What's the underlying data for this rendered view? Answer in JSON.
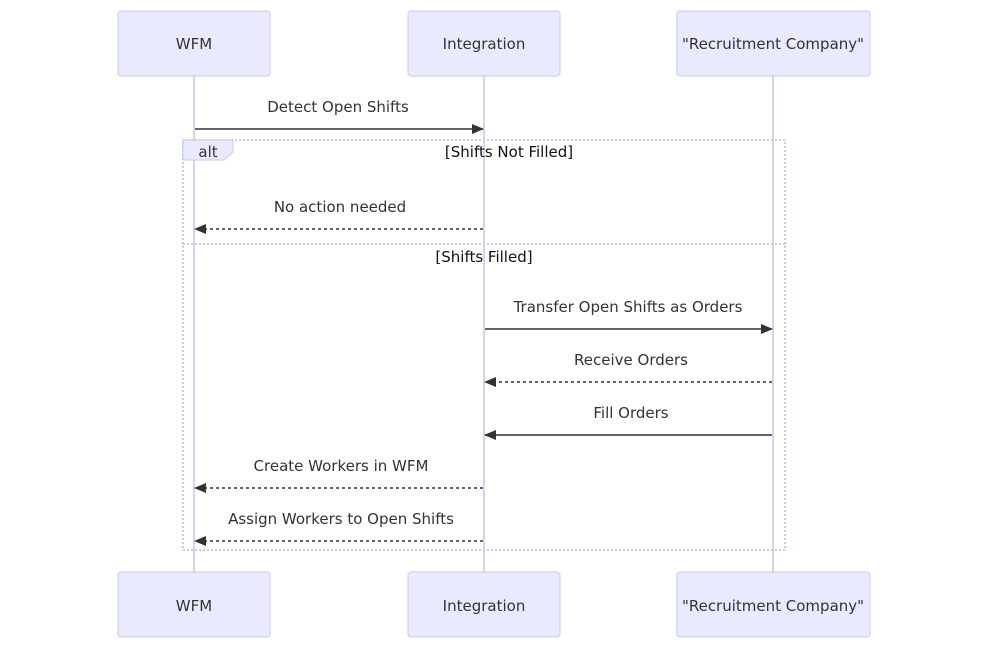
{
  "participants": [
    {
      "label": "WFM"
    },
    {
      "label": "Integration"
    },
    {
      "label": "\"Recruitment Company\""
    }
  ],
  "messages": [
    {
      "label": "Detect Open Shifts",
      "from": "WFM",
      "to": "Integration",
      "style": "solid"
    },
    {
      "label": "No action needed",
      "from": "Integration",
      "to": "WFM",
      "style": "dashed"
    },
    {
      "label": "Transfer Open Shifts as Orders",
      "from": "Integration",
      "to": "\"Recruitment Company\"",
      "style": "solid"
    },
    {
      "label": "Receive Orders",
      "from": "\"Recruitment Company\"",
      "to": "Integration",
      "style": "dashed"
    },
    {
      "label": "Fill Orders",
      "from": "\"Recruitment Company\"",
      "to": "Integration",
      "style": "solid"
    },
    {
      "label": "Create Workers in WFM",
      "from": "Integration",
      "to": "WFM",
      "style": "dashed"
    },
    {
      "label": "Assign Workers to Open Shifts",
      "from": "Integration",
      "to": "WFM",
      "style": "dashed"
    }
  ],
  "alt_block": {
    "label": "alt",
    "conditions": [
      "[Shifts Not Filled]",
      "[Shifts Filled]"
    ]
  },
  "colors": {
    "actor_fill": "#eaeaff",
    "actor_stroke": "#c9c9ec",
    "lifeline": "#d6d3f0",
    "arrow": "#333333"
  }
}
